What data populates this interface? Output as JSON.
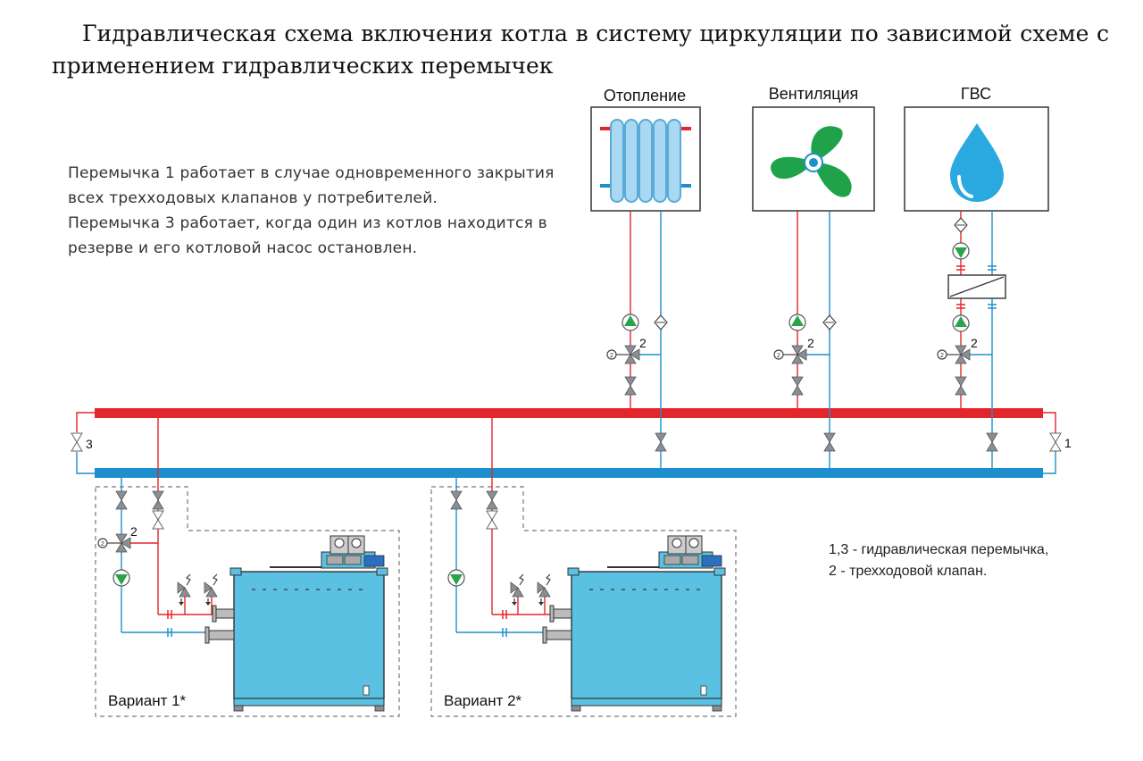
{
  "title": "Гидравлическая схема включения котла в систему циркуляции по зависимой схеме с применением гидравлических перемычек",
  "description": [
    "Перемычка 1 работает в случае одновременного закрытия всех трехходовых клапанов у потребителей.",
    "Перемычка 3 работает, когда один из котлов находится в резерве и его котловой насос остановлен."
  ],
  "consumers": {
    "heating": "Отопление",
    "ventilation": "Вентиляция",
    "dhw": "ГВС"
  },
  "labels": {
    "valve_2": "2",
    "bypass_1": "1",
    "bypass_3": "3"
  },
  "variants": {
    "v1": "Вариант 1*",
    "v2": "Вариант 2*"
  },
  "legend": [
    "1,3  - гидравлическая перемычка,",
    "2 - трехходовой клапан."
  ],
  "colors": {
    "supply": "#e3262c",
    "return": "#1e8fce",
    "boiler": "#5bc1e3",
    "pump": "#2aa34a",
    "fan": "#1fa24a",
    "drop": "#2aa8e0"
  }
}
